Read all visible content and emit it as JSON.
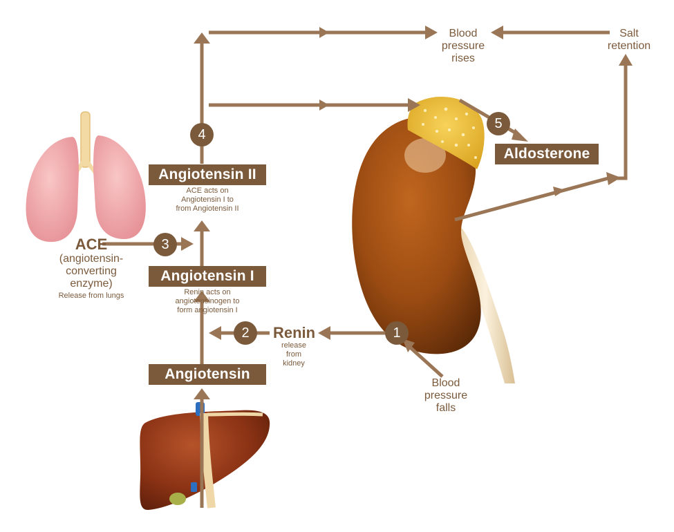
{
  "colors": {
    "accent": "#7b5a3c",
    "kidney": "#a04f10",
    "adrenal": "#e8b52a",
    "lung": "#f2a6a8",
    "liver": "#8a3214",
    "vessel": "#2c6fc0"
  },
  "icons": [
    "lungs-illustration",
    "liver-illustration",
    "kidney-illustration",
    "adrenal-gland-illustration"
  ],
  "boxes": {
    "angiotensin_ii": "Angiotensin II",
    "angiotensin_i": "Angiotensin I",
    "angiotensin": "Angiotensin",
    "aldosterone": "Aldosterone"
  },
  "notes": {
    "angiotensin_ii": [
      "ACE acts on",
      "Angiotensin I to",
      "from Angiotensin II"
    ],
    "angiotensin_i": [
      "Renin acts on",
      "angiotensinogen to",
      "form angiotensin I"
    ],
    "renin": [
      "release",
      "from",
      "kidney"
    ]
  },
  "renin_label": "Renin",
  "ace": {
    "title": "ACE",
    "lines": [
      "(angiotensin-",
      "converting",
      "enzyme)"
    ],
    "note": "Release from lungs"
  },
  "blood_pressure_rises": [
    "Blood",
    "pressure",
    "rises"
  ],
  "salt_retention": [
    "Salt",
    "retention"
  ],
  "blood_pressure_falls": [
    "Blood",
    "pressure",
    "falls"
  ],
  "steps": [
    "1",
    "2",
    "3",
    "4",
    "5"
  ]
}
